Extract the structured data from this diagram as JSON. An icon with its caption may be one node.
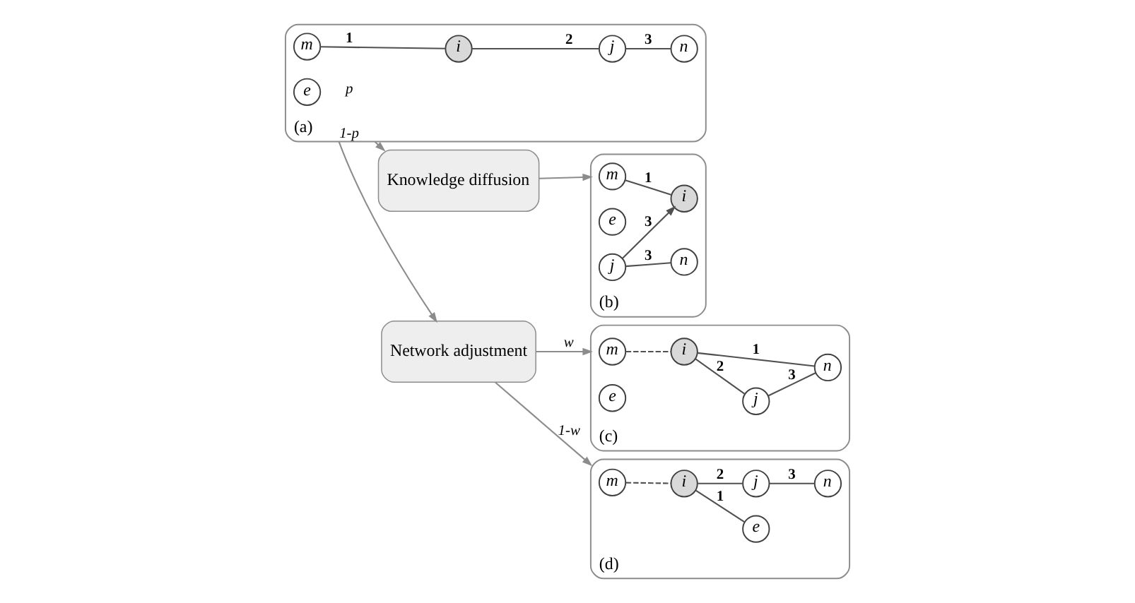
{
  "diagram": {
    "nodes": [
      {
        "text": [
          "(a)"
        ]
      },
      {
        "text": [
          "m"
        ],
        "in": 0
      },
      {
        "text": [
          "i"
        ],
        "in": 0
      },
      {
        "text": [
          "e"
        ],
        "in": 0
      },
      {
        "text": [
          "j"
        ],
        "in": 0
      },
      {
        "text": [
          "n"
        ],
        "in": 0
      },
      {
        "text": [
          "Knowledge diffusion"
        ]
      },
      {
        "text": [
          "Network adjustment"
        ]
      },
      {
        "text": [
          "(b)"
        ]
      },
      {
        "text": [
          "m"
        ],
        "in": 8
      },
      {
        "text": [
          "i"
        ],
        "in": 8
      },
      {
        "text": [
          "e"
        ],
        "in": 8
      },
      {
        "text": [
          "j"
        ],
        "in": 8
      },
      {
        "text": [
          "n"
        ],
        "in": 8
      },
      {
        "text": [
          "(c)"
        ]
      },
      {
        "text": [
          "m"
        ],
        "in": 14
      },
      {
        "text": [
          "i"
        ],
        "in": 14
      },
      {
        "text": [
          "e"
        ],
        "in": 14
      },
      {
        "text": [
          "j"
        ],
        "in": 14
      },
      {
        "text": [
          "n"
        ],
        "in": 14
      },
      {
        "text": [
          "(d)"
        ]
      },
      {
        "text": [
          "m"
        ],
        "in": 20
      },
      {
        "text": [
          "i"
        ],
        "in": 20
      },
      {
        "text": [
          "e"
        ],
        "in": 20
      },
      {
        "text": [
          "j"
        ],
        "in": 20
      },
      {
        "text": [
          "n"
        ],
        "in": 20
      }
    ],
    "edges": [
      {
        "from": 1,
        "to": 2,
        "arrow": "none",
        "label": "1"
      },
      {
        "from": 2,
        "to": 4,
        "arrow": "none",
        "label": "2"
      },
      {
        "from": 4,
        "to": 5,
        "arrow": "none",
        "label": "3"
      },
      {
        "from": 0,
        "to": 6,
        "arrow": "to",
        "label": "p",
        "color": "#8c8c8c"
      },
      {
        "from": 0,
        "to": 7,
        "arrow": "to",
        "label": "1-p",
        "color": "#8c8c8c"
      },
      {
        "from": 6,
        "to": 8,
        "arrow": "to",
        "color": "#8c8c8c"
      },
      {
        "from": 7,
        "to": 14,
        "arrow": "to",
        "label": "w",
        "color": "#8c8c8c"
      },
      {
        "from": 7,
        "to": 20,
        "arrow": "to",
        "label": "1-w",
        "color": "#8c8c8c"
      },
      {
        "from": 9,
        "to": 10,
        "arrow": "none",
        "label": "1"
      },
      {
        "from": 12,
        "to": 10,
        "arrow": "to",
        "label": "3"
      },
      {
        "from": 12,
        "to": 13,
        "arrow": "none",
        "label": "3"
      },
      {
        "from": 15,
        "to": 16,
        "arrow": "none",
        "style": "dashed"
      },
      {
        "from": 16,
        "to": 18,
        "arrow": "none",
        "label": "2"
      },
      {
        "from": 16,
        "to": 19,
        "arrow": "none",
        "label": "1"
      },
      {
        "from": 18,
        "to": 19,
        "arrow": "none",
        "label": "3"
      },
      {
        "from": 21,
        "to": 22,
        "arrow": "none",
        "style": "dashed"
      },
      {
        "from": 22,
        "to": 23,
        "arrow": "none",
        "label": "1"
      },
      {
        "from": 22,
        "to": 24,
        "arrow": "none",
        "label": "2"
      },
      {
        "from": 24,
        "to": 25,
        "arrow": "none",
        "label": "3"
      }
    ]
  }
}
